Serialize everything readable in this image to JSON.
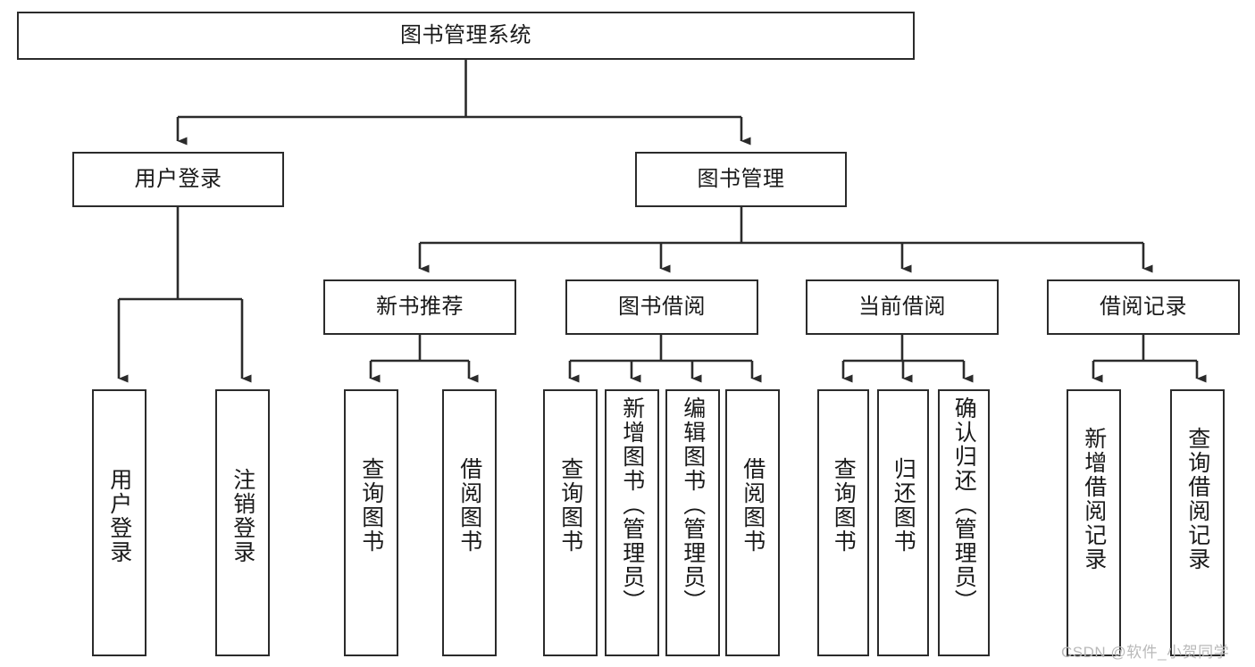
{
  "diagram": {
    "title": "图书管理系统",
    "type": "tree-hierarchy",
    "orientation": "top-down",
    "style": {
      "box_border_color": "#2b2b2b",
      "box_fill_color": "#ffffff",
      "edge_color": "#2b2b2b",
      "text_color": "#1a1a1a",
      "background_color": "#ffffff"
    },
    "root": {
      "label": "图书管理系统"
    },
    "level2": [
      {
        "label": "用户登录"
      },
      {
        "label": "图书管理"
      }
    ],
    "level3": [
      {
        "label": "新书推荐"
      },
      {
        "label": "图书借阅"
      },
      {
        "label": "当前借阅"
      },
      {
        "label": "借阅记录"
      }
    ],
    "leaves_user_login": [
      {
        "label": "用户登录"
      },
      {
        "label": "注销登录"
      }
    ],
    "leaves_new_book": [
      {
        "label": "查询图书"
      },
      {
        "label": "借阅图书"
      }
    ],
    "leaves_borrow": [
      {
        "label": "查询图书"
      },
      {
        "label": "新增图书（管理员）"
      },
      {
        "label": "编辑图书（管理员）"
      },
      {
        "label": "借阅图书"
      }
    ],
    "leaves_current": [
      {
        "label": "查询图书"
      },
      {
        "label": "归还图书"
      },
      {
        "label": "确认归还（管理员）"
      }
    ],
    "leaves_record": [
      {
        "label": "新增借阅记录"
      },
      {
        "label": "查询借阅记录"
      }
    ]
  },
  "watermark": {
    "text": "CSDN @软件_小贺同学"
  }
}
